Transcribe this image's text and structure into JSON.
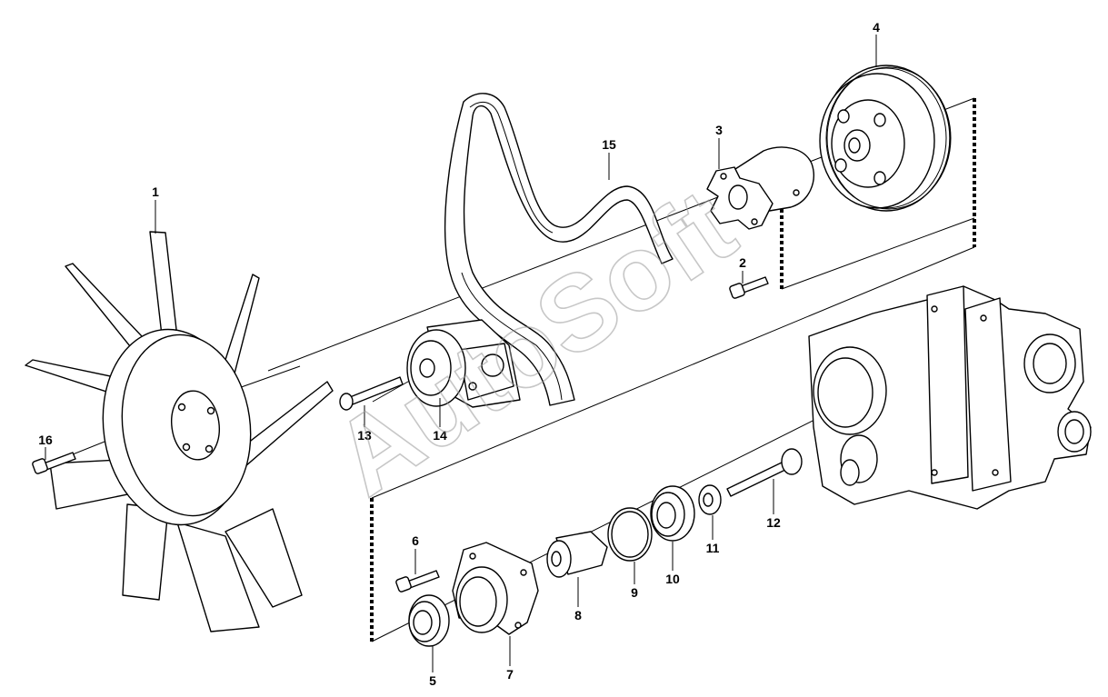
{
  "watermark": "AutoSoft",
  "callouts": [
    "1",
    "2",
    "3",
    "4",
    "5",
    "6",
    "7",
    "8",
    "9",
    "10",
    "11",
    "12",
    "13",
    "14",
    "15",
    "16"
  ],
  "parts": [
    {
      "number": "1",
      "name": "fan",
      "icon": "fan-icon"
    },
    {
      "number": "2",
      "name": "bolt",
      "icon": "bolt-icon"
    },
    {
      "number": "3",
      "name": "hub flange",
      "icon": "flange-icon"
    },
    {
      "number": "4",
      "name": "pulley",
      "icon": "pulley-icon"
    },
    {
      "number": "5",
      "name": "bearing",
      "icon": "bearing-icon"
    },
    {
      "number": "6",
      "name": "bolt",
      "icon": "bolt-icon"
    },
    {
      "number": "7",
      "name": "hub housing",
      "icon": "housing-icon"
    },
    {
      "number": "8",
      "name": "spacer sleeve",
      "icon": "sleeve-icon"
    },
    {
      "number": "9",
      "name": "circlip",
      "icon": "ring-icon"
    },
    {
      "number": "10",
      "name": "bearing",
      "icon": "bearing-icon"
    },
    {
      "number": "11",
      "name": "washer",
      "icon": "washer-icon"
    },
    {
      "number": "12",
      "name": "long bolt",
      "icon": "bolt-icon"
    },
    {
      "number": "13",
      "name": "bolt",
      "icon": "bolt-icon"
    },
    {
      "number": "14",
      "name": "belt tensioner",
      "icon": "tensioner-icon"
    },
    {
      "number": "15",
      "name": "poly-v belt",
      "icon": "belt-icon"
    },
    {
      "number": "16",
      "name": "bolt",
      "icon": "bolt-icon"
    }
  ],
  "colors": {
    "line": "#000000",
    "background": "#ffffff",
    "watermark": "#9a9a9a"
  }
}
